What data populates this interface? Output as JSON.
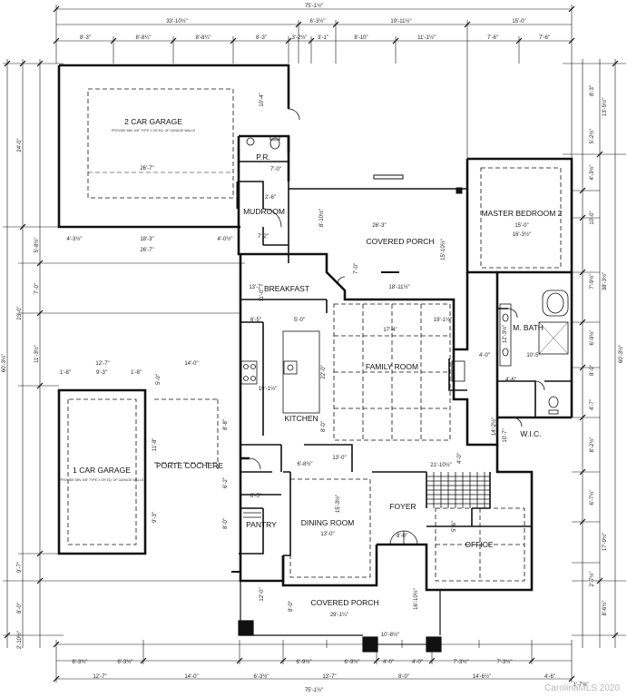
{
  "rooms": {
    "garage2": "2 CAR GARAGE",
    "garage2_note": "PROVIDE MIN. 5/8\" TYPE X OR EQ. OF GARAGE WALLS",
    "pr": "P.R.",
    "mudroom": "MUDROOM",
    "covered_porch_top": "COVERED PORCH",
    "master_bedroom": "MASTER BEDROOM 2",
    "breakfast": "BREAKFAST",
    "family_room": "FAMILY ROOM",
    "m_bath": "M. BATH",
    "kitchen": "KITCHEN",
    "wic": "W.I.C.",
    "garage1": "1 CAR GARAGE",
    "garage1_note": "PROVIDE MIN. 5/8\" TYPE X OR EQ. OF GARAGE WALLS",
    "porte_cochere": "PORTE COCHERE",
    "foyer": "FOYER",
    "pantry": "PANTRY",
    "dining_room": "DINING ROOM",
    "office": "OFFICE",
    "covered_porch_bottom": "COVERED PORCH"
  },
  "dims_top": {
    "overall": "75'-1½\"",
    "row2": [
      "33'-10½\"",
      "6'-3½\"",
      "19'-11½\"",
      "15'-0\""
    ],
    "row3": [
      "8'-3\"",
      "8'-8¼\"",
      "8'-8¼\"",
      "8'-3\"",
      "3'-2½\"",
      "3'-1\"",
      "8'-10\"",
      "11'-1½\"",
      "7'-6\"",
      "7'-6\""
    ]
  },
  "dims_bottom": {
    "row1": [
      "6'-3½\"",
      "6'-3½\"",
      "6'-9½\"",
      "6'-9½\"",
      "4'-0\"",
      "4'-0\"",
      "7'-3½\"",
      "7'-3½\""
    ],
    "row2": [
      "12'-7\"",
      "14'-0\"",
      "6'-3½\"",
      "13'-7\"",
      "8'-0\"",
      "14'-6½\"",
      "4'-6\""
    ],
    "overall": "75'-1½\"",
    "corner": "1'-7½\""
  },
  "dims_left": {
    "outer": "60'-3½\"",
    "col2": [
      "24'-0\"",
      "23'-0\"",
      "11'-3½\""
    ],
    "col3": [
      "5'-8½\"",
      "7'-0\"",
      "9'-7\"",
      "8'-0\"",
      "2'-10½\""
    ]
  },
  "dims_right": {
    "outer": "60'-3½\"",
    "col2": [
      "13'-5½\"",
      "38'-3½\"",
      "8'-6½\""
    ],
    "col3": [
      "8'-3\"",
      "5'-2½\"",
      "4'-3½\"",
      "10'-0\"",
      "7'-9½\"",
      "6'-9½\"",
      "8'-0\"",
      "4'-7\"",
      "8'-2½\"",
      "6'-7½\"",
      "17'-9½\"",
      "2'-7½\""
    ]
  },
  "dims_inner": {
    "garage_w": "26'-7\"",
    "garage_depth": "10'-4\"",
    "mud_1": "7'-0\"",
    "mud_2": "2'-6\"",
    "mud_3": "7'-2\"",
    "garage_below_a": "4'-3½\"",
    "garage_below_b": "18'-3\"",
    "garage_below_c": "4'-0½\"",
    "garage_below_total": "26'-7\"",
    "porch_w": "26'-3\"",
    "porch_d": "15'-10½\"",
    "porch_h": "8'-10½\"",
    "mb_w": "16'-3½\"",
    "mb_d": "15'-0\"",
    "bf_a": "13'-7\"",
    "bf_b": "11'-0\"",
    "bf_c": "7'-0\"",
    "fr_top": "18'-11½\"",
    "kit_a": "6'-5\"",
    "kit_b": "5'-0\"",
    "kit_c": "19'-1½\"",
    "kit_d": "22'-0\"",
    "fr_a": "17'-4\"",
    "fr_b": "19'-1½\"",
    "mbath_a": "12'-3½\"",
    "mbath_b": "10'-5\"",
    "mbath_c": "4'-0\"",
    "mbath_d": "4'-6\"",
    "wic_a": "14'-2½\"",
    "wic_b": "10'-7\"",
    "foyer_top": "21'-10½\"",
    "foyer_b": "4'-0\"",
    "g1_a": "12'-7\"",
    "g1_b": "14'-0\"",
    "g1_c": "1'-8\"",
    "g1_d": "9'-3\"",
    "g1_e": "1'-8\"",
    "g1_h": "11'-8\"",
    "g1_i": "5'-0\"",
    "g1_j": "9'-3\"",
    "kit_e": "8'-8\"",
    "pantry_a": "8'-0\"",
    "pantry_b": "6'-2\"",
    "dining_w": "13'-0\"",
    "dining_d": "15'-3½\"",
    "dining_hall": "6'-8½\"",
    "dining_hall2": "13'-0\"",
    "office_w": "8'-0\"",
    "cp_a": "12'-0\"",
    "cp_b": "29'-1¼\"",
    "cp_c": "16'-10½\"",
    "cp_d": "8'-0\"",
    "cp_e": "10'-8½\"",
    "fr_c": "8'-0\"",
    "lr_a": "6'-5\"",
    "lr_b": "5'-6\""
  },
  "watermark": "CarolinaMLS 2020"
}
